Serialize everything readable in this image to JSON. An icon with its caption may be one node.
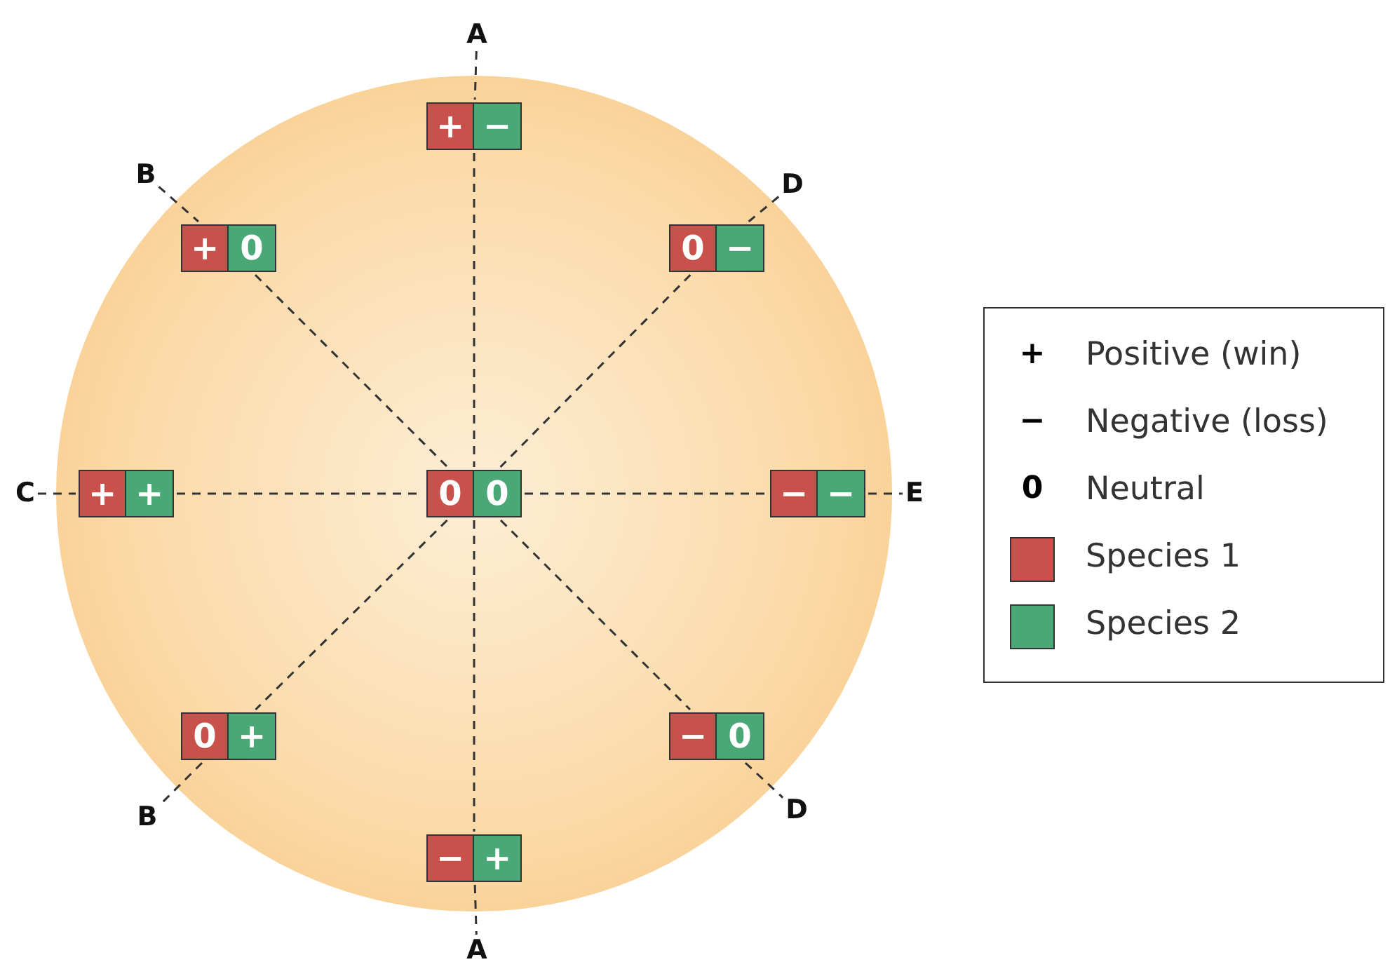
{
  "diagram": {
    "nodes": [
      {
        "text": [
          "A"
        ]
      },
      {
        "text": [
          "+",
          "−"
        ]
      },
      {
        "text": [
          "B"
        ]
      },
      {
        "text": [
          "D"
        ]
      },
      {
        "text": [
          "+",
          "0"
        ]
      },
      {
        "text": [
          "0",
          "−"
        ]
      },
      {
        "text": [
          "C"
        ]
      },
      {
        "text": [
          "+",
          "+"
        ]
      },
      {
        "text": [
          "0",
          "0"
        ]
      },
      {
        "text": [
          "−",
          "−"
        ]
      },
      {
        "text": [
          "E"
        ]
      },
      {
        "text": [
          "0",
          "+"
        ]
      },
      {
        "text": [
          "−",
          "0"
        ]
      },
      {
        "text": [
          "B"
        ]
      },
      {
        "text": [
          "D"
        ]
      },
      {
        "text": [
          "−",
          "+"
        ]
      },
      {
        "text": [
          "A"
        ]
      }
    ],
    "edges": [
      {
        "from": 0,
        "to": 1,
        "arrow": "none",
        "style": "dashed"
      },
      {
        "from": 1,
        "to": 8,
        "arrow": "none",
        "style": "dashed"
      },
      {
        "from": 8,
        "to": 15,
        "arrow": "none",
        "style": "dashed"
      },
      {
        "from": 15,
        "to": 16,
        "arrow": "none",
        "style": "dashed"
      },
      {
        "from": 2,
        "to": 4,
        "arrow": "none",
        "style": "dashed"
      },
      {
        "from": 4,
        "to": 8,
        "arrow": "none",
        "style": "dashed"
      },
      {
        "from": 8,
        "to": 12,
        "arrow": "none",
        "style": "dashed"
      },
      {
        "from": 12,
        "to": 14,
        "arrow": "none",
        "style": "dashed"
      },
      {
        "from": 3,
        "to": 5,
        "arrow": "none",
        "style": "dashed"
      },
      {
        "from": 5,
        "to": 8,
        "arrow": "none",
        "style": "dashed"
      },
      {
        "from": 8,
        "to": 11,
        "arrow": "none",
        "style": "dashed"
      },
      {
        "from": 11,
        "to": 13,
        "arrow": "none",
        "style": "dashed"
      },
      {
        "from": 6,
        "to": 7,
        "arrow": "none",
        "style": "dashed"
      },
      {
        "from": 7,
        "to": 8,
        "arrow": "none",
        "style": "dashed"
      },
      {
        "from": 8,
        "to": 9,
        "arrow": "none",
        "style": "dashed"
      },
      {
        "from": 9,
        "to": 10,
        "arrow": "none",
        "style": "dashed"
      }
    ],
    "labels": [
      "+",
      "−",
      "0"
    ],
    "legend": [
      {
        "text": "Positive (win)"
      },
      {
        "text": "Negative (loss)"
      },
      {
        "text": "Neutral"
      },
      {
        "text": "Species 1",
        "color": "#c8514c"
      },
      {
        "text": "Species 2",
        "color": "#4aa877"
      }
    ]
  }
}
